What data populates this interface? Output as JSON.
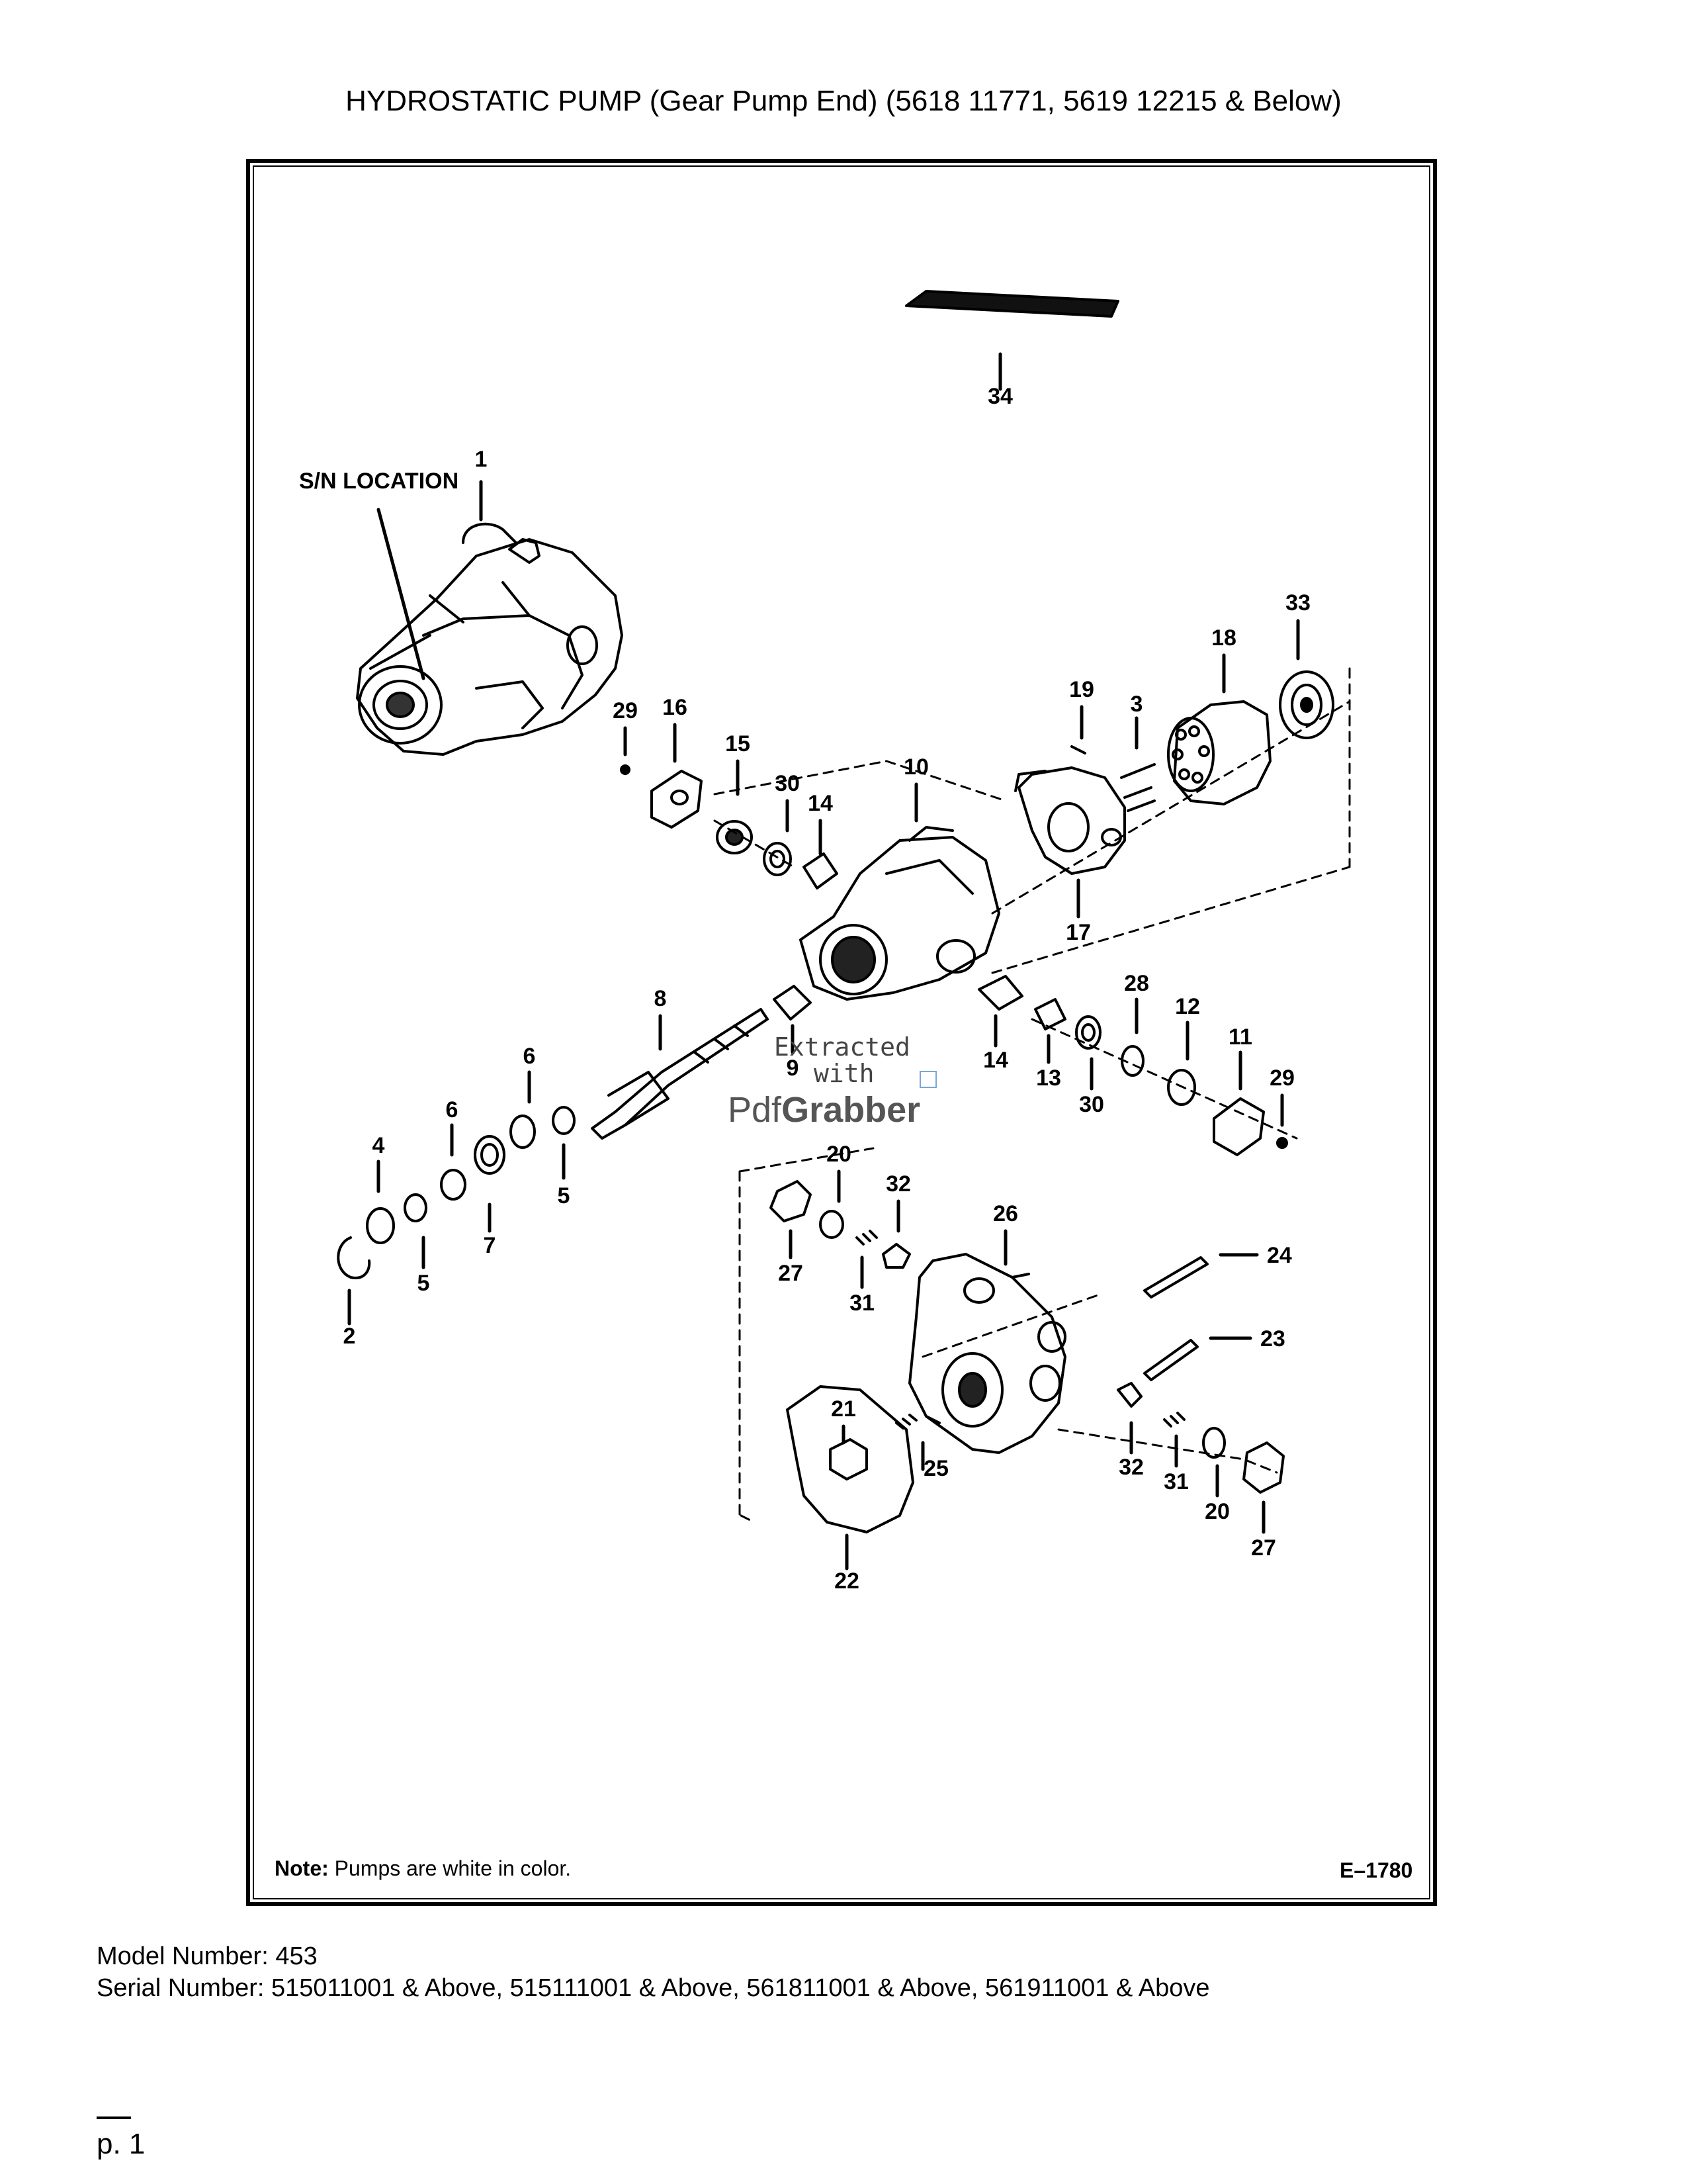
{
  "page": {
    "title": "HYDROSTATIC PUMP (Gear Pump End) (5618 11771, 5619 12215 & Below)",
    "note_prefix": "Note:",
    "note_text": " Pumps are white in color.",
    "drawing_code": "E–1780",
    "model_number": "Model Number: 453",
    "serial_number": "Serial Number: 515011001 & Above, 515111001 & Above, 561811001 & Above, 561911001 & Above",
    "page_number": "p. 1"
  },
  "diagram": {
    "sn_location": "S/N LOCATION",
    "callouts": [
      "1",
      "2",
      "3",
      "4",
      "5",
      "5",
      "6",
      "6",
      "7",
      "8",
      "9",
      "10",
      "11",
      "12",
      "13",
      "14",
      "14",
      "15",
      "16",
      "17",
      "18",
      "19",
      "20",
      "20",
      "21",
      "22",
      "23",
      "24",
      "25",
      "26",
      "27",
      "27",
      "28",
      "29",
      "29",
      "30",
      "30",
      "31",
      "31",
      "32",
      "32",
      "33",
      "34"
    ]
  },
  "watermark": {
    "line1": "Extracted",
    "line2": "with",
    "brand_a": "Pdf",
    "brand_b": "Grabber"
  }
}
